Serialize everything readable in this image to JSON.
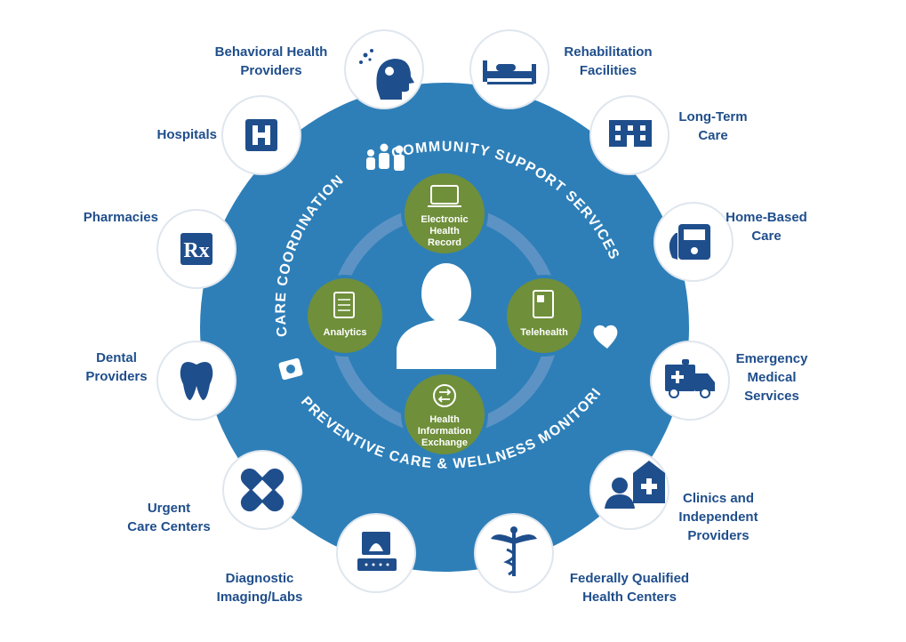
{
  "center": {
    "ring_labels": {
      "community": "COMMUNITY SUPPORT SERVICES",
      "care": "CARE COORDINATION",
      "preventive": "PREVENTIVE CARE & WELLNESS MONITORING"
    }
  },
  "hubs": {
    "ehr": [
      "Electronic",
      "Health",
      "Record"
    ],
    "analytics": [
      "Analytics"
    ],
    "telehealth": [
      "Telehealth"
    ],
    "hie": [
      "Health",
      "Information",
      "Exchange"
    ]
  },
  "providers": {
    "behavioral": [
      "Behavioral Health",
      "Providers"
    ],
    "rehab": [
      "Rehabilitation",
      "Facilities"
    ],
    "hospitals": [
      "Hospitals"
    ],
    "longterm": [
      "Long-Term",
      "Care"
    ],
    "pharmacies": [
      "Pharmacies"
    ],
    "homebased": [
      "Home-Based",
      "Care"
    ],
    "dental": [
      "Dental",
      "Providers"
    ],
    "ems": [
      "Emergency",
      "Medical",
      "Services"
    ],
    "urgent": [
      "Urgent",
      "Care Centers"
    ],
    "clinics": [
      "Clinics and",
      "Independent",
      "Providers"
    ],
    "diagnostic": [
      "Diagnostic",
      "Imaging/Labs"
    ],
    "fqhc": [
      "Federally Qualified",
      "Health Centers"
    ]
  },
  "colors": {
    "ring": "#2e7fb8",
    "inner": "#5d93c4",
    "navy": "#1f4e8c",
    "green": "#6f8f3a"
  },
  "icons": {
    "behavioral": "head-brain-icon",
    "rehab": "hospital-bed-icon",
    "hospitals": "hospital-h-icon",
    "longterm": "building-icon",
    "pharmacies": "rx-icon",
    "homebased": "blood-pressure-monitor-icon",
    "dental": "tooth-icon",
    "ems": "ambulance-icon",
    "urgent": "bandage-icon",
    "clinics": "nurse-clinic-icon",
    "diagnostic": "ultrasound-machine-icon",
    "fqhc": "caduceus-icon"
  }
}
